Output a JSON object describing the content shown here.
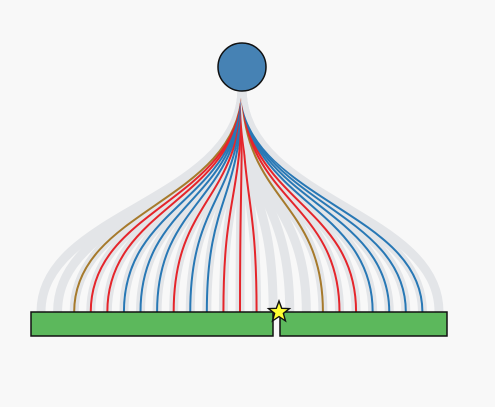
{
  "diagram": {
    "background": "#f8f8f8",
    "source": {
      "fill": "#4682b4",
      "stroke": "#111111"
    },
    "bars": {
      "fill": "#5cb85c",
      "stroke": "#111111"
    },
    "marker": {
      "fill": "#ffff33",
      "stroke": "#111111",
      "shape": "star"
    },
    "ghost_color": "#e3e5e8",
    "fan_lines": [
      {
        "color": "#e3e5e8",
        "kind": "ghost"
      },
      {
        "color": "#e3e5e8",
        "kind": "ghost"
      },
      {
        "color": "#a67a2c",
        "kind": "line"
      },
      {
        "color": "#e5252b",
        "kind": "line"
      },
      {
        "color": "#e5252b",
        "kind": "line"
      },
      {
        "color": "#2878b5",
        "kind": "line"
      },
      {
        "color": "#2878b5",
        "kind": "line"
      },
      {
        "color": "#2878b5",
        "kind": "line"
      },
      {
        "color": "#e5252b",
        "kind": "line"
      },
      {
        "color": "#2878b5",
        "kind": "line"
      },
      {
        "color": "#2878b5",
        "kind": "line"
      },
      {
        "color": "#e5252b",
        "kind": "line"
      },
      {
        "color": "#e5252b",
        "kind": "line"
      },
      {
        "color": "#e5252b",
        "kind": "line"
      },
      {
        "color": "#e3e5e8",
        "kind": "ghost"
      },
      {
        "color": "#e3e5e8",
        "kind": "ghost"
      },
      {
        "color": "#e3e5e8",
        "kind": "ghost"
      },
      {
        "color": "#a67a2c",
        "kind": "line"
      },
      {
        "color": "#e5252b",
        "kind": "line"
      },
      {
        "color": "#e5252b",
        "kind": "line"
      },
      {
        "color": "#2878b5",
        "kind": "line"
      },
      {
        "color": "#2878b5",
        "kind": "line"
      },
      {
        "color": "#2878b5",
        "kind": "line"
      },
      {
        "color": "#2878b5",
        "kind": "line"
      },
      {
        "color": "#e3e5e8",
        "kind": "ghost"
      }
    ]
  }
}
